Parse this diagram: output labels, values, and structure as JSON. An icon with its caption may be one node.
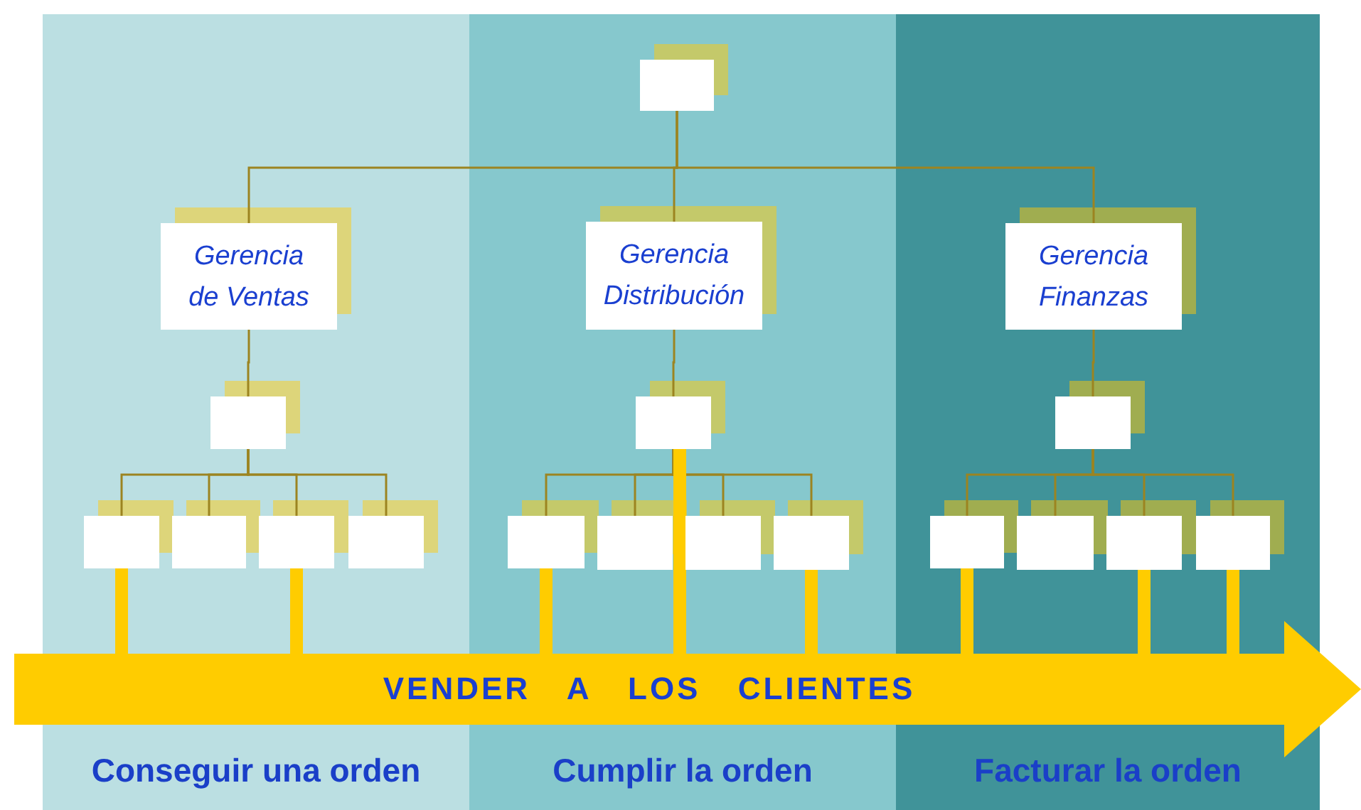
{
  "diagram": {
    "nodes": [
      {
        "text": [
          "Conseguir una orden"
        ]
      },
      {
        "text": [
          "Cumplir la orden"
        ]
      },
      {
        "text": [
          "Facturar la orden"
        ]
      },
      {
        "text": [],
        "shape": "box",
        "in": 1
      },
      {
        "text": [
          "Gerencia de Ventas"
        ],
        "in": 0
      },
      {
        "text": [
          "Gerencia Distribución"
        ],
        "in": 1
      },
      {
        "text": [
          "Gerencia Finanzas"
        ],
        "in": 2
      },
      {
        "text": [],
        "shape": "box",
        "in": 0
      },
      {
        "text": [],
        "shape": "box",
        "in": 1
      },
      {
        "text": [],
        "shape": "box",
        "in": 2
      },
      {
        "text": [],
        "shape": "box",
        "in": 0
      },
      {
        "text": [],
        "shape": "box",
        "in": 0
      },
      {
        "text": [],
        "shape": "box",
        "in": 0
      },
      {
        "text": [],
        "shape": "box",
        "in": 0
      },
      {
        "text": [],
        "shape": "box",
        "in": 1
      },
      {
        "text": [],
        "shape": "box",
        "in": 1
      },
      {
        "text": [],
        "shape": "box",
        "in": 1
      },
      {
        "text": [],
        "shape": "box",
        "in": 1
      },
      {
        "text": [],
        "shape": "box",
        "in": 2
      },
      {
        "text": [],
        "shape": "box",
        "in": 2
      },
      {
        "text": [],
        "shape": "box",
        "in": 2
      },
      {
        "text": [],
        "shape": "box",
        "in": 2
      },
      {
        "text": [
          "VENDER A LOS CLIENTES"
        ]
      }
    ],
    "edges": [
      {
        "from": 3,
        "to": 4,
        "arrow": "none"
      },
      {
        "from": 3,
        "to": 5,
        "arrow": "none"
      },
      {
        "from": 3,
        "to": 6,
        "arrow": "none"
      },
      {
        "from": 4,
        "to": 7,
        "arrow": "none"
      },
      {
        "from": 5,
        "to": 8,
        "arrow": "none"
      },
      {
        "from": 6,
        "to": 9,
        "arrow": "none"
      },
      {
        "from": 7,
        "to": 10,
        "arrow": "none"
      },
      {
        "from": 7,
        "to": 11,
        "arrow": "none"
      },
      {
        "from": 7,
        "to": 12,
        "arrow": "none"
      },
      {
        "from": 7,
        "to": 13,
        "arrow": "none"
      },
      {
        "from": 8,
        "to": 14,
        "arrow": "none"
      },
      {
        "from": 8,
        "to": 15,
        "arrow": "none"
      },
      {
        "from": 8,
        "to": 16,
        "arrow": "none"
      },
      {
        "from": 8,
        "to": 17,
        "arrow": "none"
      },
      {
        "from": 9,
        "to": 18,
        "arrow": "none"
      },
      {
        "from": 9,
        "to": 19,
        "arrow": "none"
      },
      {
        "from": 9,
        "to": 20,
        "arrow": "none"
      },
      {
        "from": 9,
        "to": 21,
        "arrow": "none"
      },
      {
        "from": 10,
        "to": 22,
        "arrow": "none",
        "style": "thick",
        "color": "#ffcc00"
      },
      {
        "from": 12,
        "to": 22,
        "arrow": "none",
        "style": "thick",
        "color": "#ffcc00"
      },
      {
        "from": 14,
        "to": 22,
        "arrow": "none",
        "style": "thick",
        "color": "#ffcc00"
      },
      {
        "from": 8,
        "to": 22,
        "arrow": "none",
        "style": "thick",
        "color": "#ffcc00"
      },
      {
        "from": 17,
        "to": 22,
        "arrow": "none",
        "style": "thick",
        "color": "#ffcc00"
      },
      {
        "from": 18,
        "to": 22,
        "arrow": "none",
        "style": "thick",
        "color": "#ffcc00"
      },
      {
        "from": 20,
        "to": 22,
        "arrow": "none",
        "style": "thick",
        "color": "#ffcc00"
      },
      {
        "from": 21,
        "to": 22,
        "arrow": "none",
        "style": "thick",
        "color": "#ffcc00"
      }
    ]
  }
}
